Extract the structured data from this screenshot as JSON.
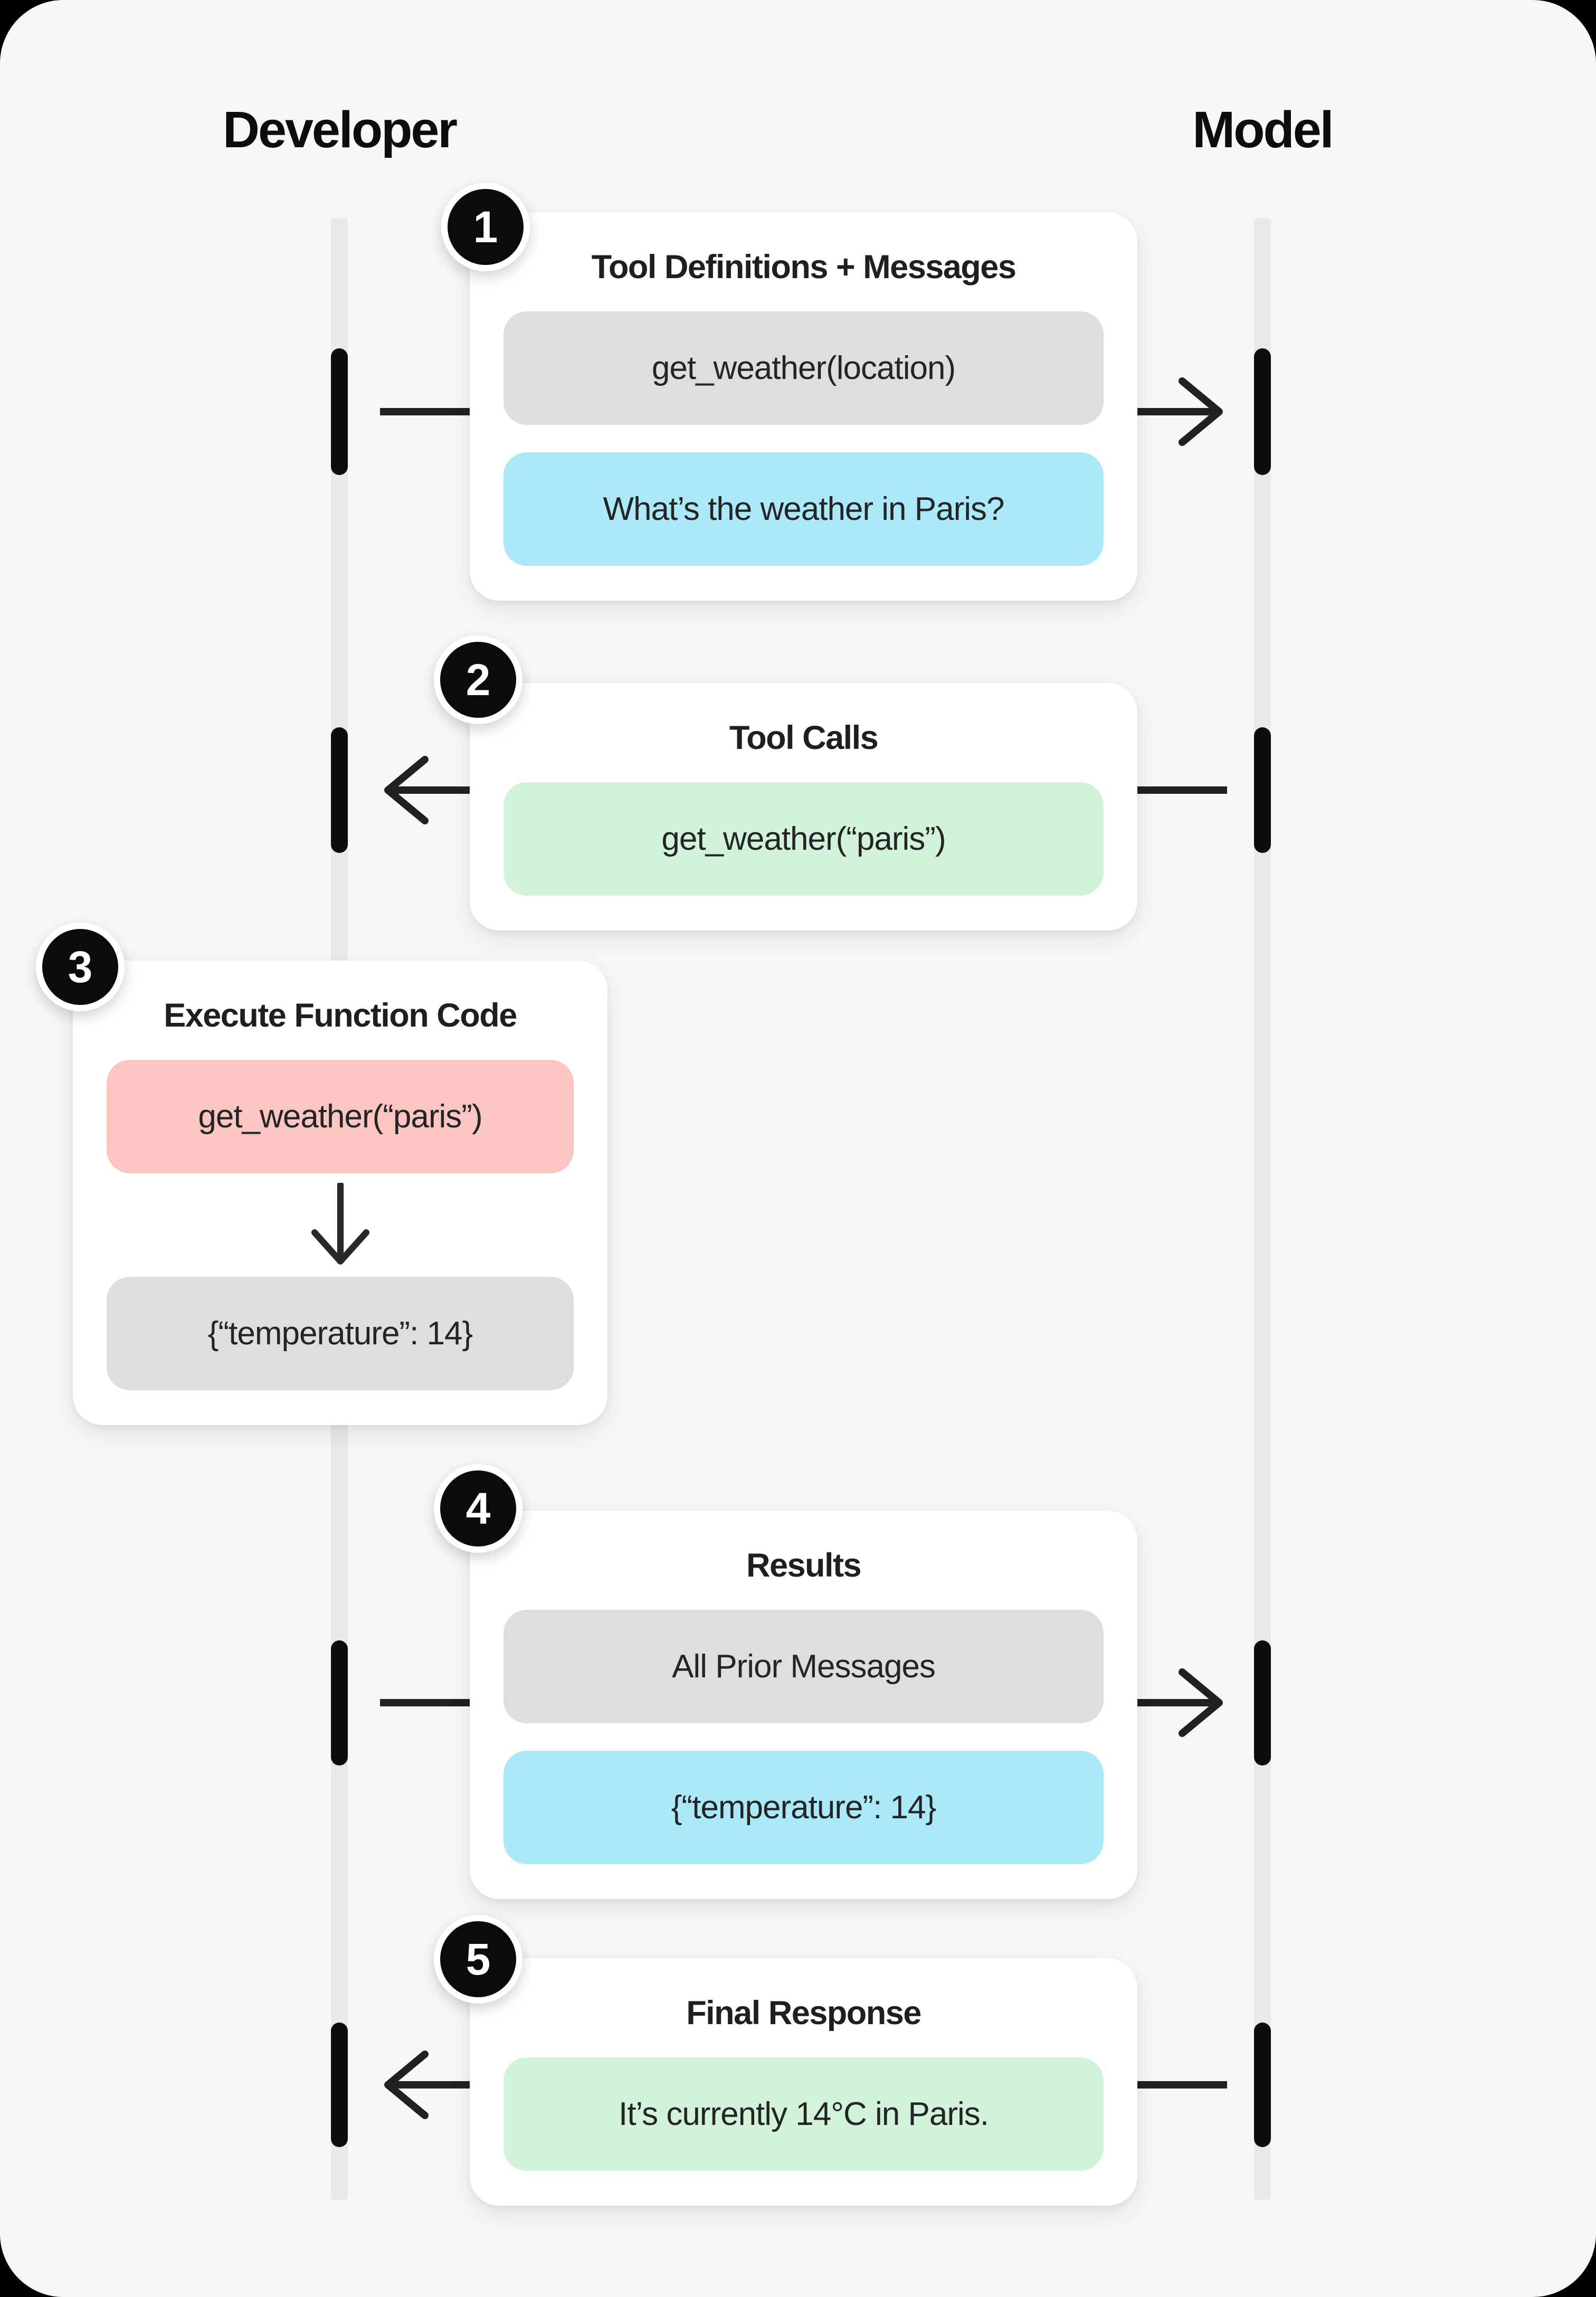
{
  "diagram": {
    "left_actor": "Developer",
    "right_actor": "Model"
  },
  "steps": [
    {
      "number": "1",
      "title": "Tool Definitions + Messages",
      "direction": "developer-to-model",
      "pills": [
        {
          "text": "get_weather(location)",
          "style": "gray"
        },
        {
          "text": "What’s the weather in Paris?",
          "style": "blue"
        }
      ]
    },
    {
      "number": "2",
      "title": "Tool Calls",
      "direction": "model-to-developer",
      "pills": [
        {
          "text": "get_weather(“paris”)",
          "style": "green"
        }
      ]
    },
    {
      "number": "3",
      "title": "Execute Function Code",
      "direction": "developer-self",
      "pills": [
        {
          "text": "get_weather(“paris”)",
          "style": "red"
        },
        {
          "text": "{“temperature”: 14}",
          "style": "gray"
        }
      ]
    },
    {
      "number": "4",
      "title": "Results",
      "direction": "developer-to-model",
      "pills": [
        {
          "text": "All Prior Messages",
          "style": "gray"
        },
        {
          "text": "{“temperature”: 14}",
          "style": "blue"
        }
      ]
    },
    {
      "number": "5",
      "title": "Final Response",
      "direction": "model-to-developer",
      "pills": [
        {
          "text": "It’s currently 14°C in Paris.",
          "style": "green"
        }
      ]
    }
  ],
  "colors": {
    "outer_background": "#000000",
    "page_background": "#f7f7f7",
    "card_background": "#ffffff",
    "pill_gray": "#dedede",
    "pill_blue": "#abe9f8",
    "pill_green": "#d2f2da",
    "pill_red": "#fbc6c1",
    "lifeline": "#e9e9e9",
    "activation_bar": "#0d0d0d",
    "arrow": "#1f2123",
    "title_text": "#1d1f21",
    "badge_background": "#0b0b0b",
    "badge_text": "#ffffff"
  }
}
